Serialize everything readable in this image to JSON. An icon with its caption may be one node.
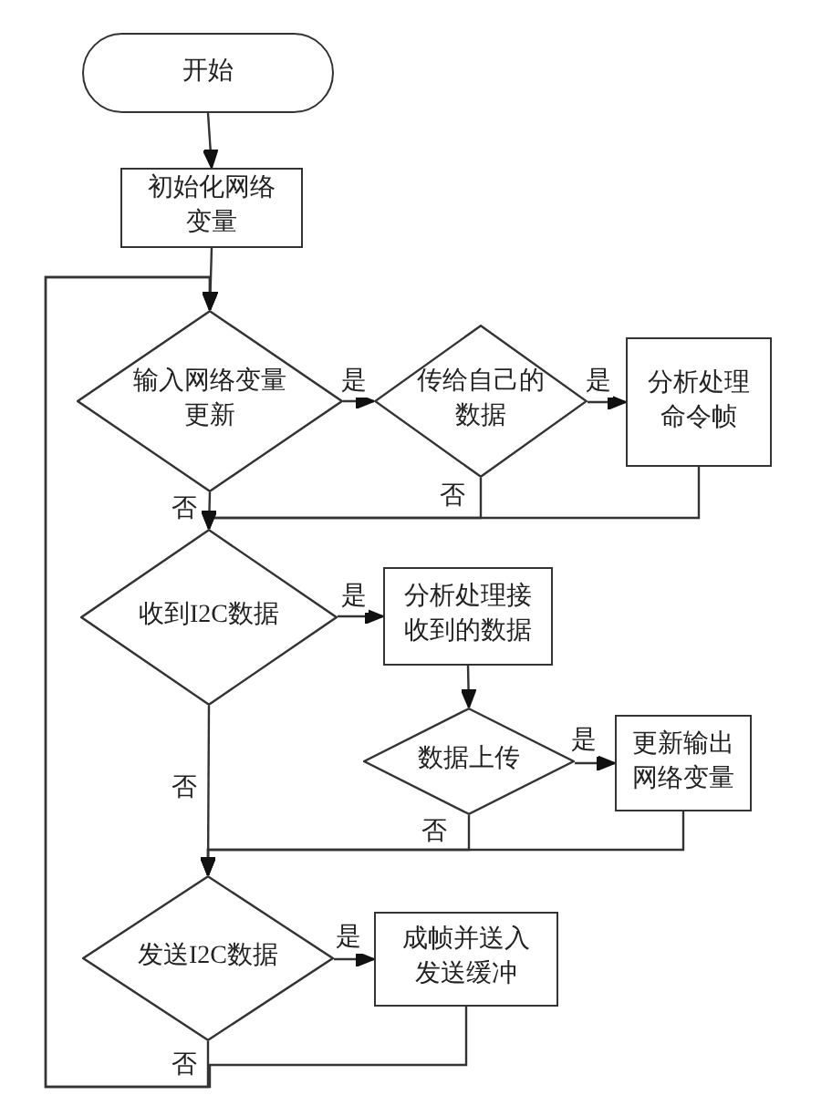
{
  "diagram": {
    "nodes": [
      {
        "text": [
          "开始"
        ]
      },
      {
        "text": [
          "初始化网络变量"
        ]
      },
      {
        "text": [
          "输入网络变量更新"
        ]
      },
      {
        "text": [
          "传给自己的数据"
        ]
      },
      {
        "text": [
          "分析处理命令帧"
        ]
      },
      {
        "text": [
          "收到I2C数据"
        ]
      },
      {
        "text": [
          "分析处理接收到的数据"
        ]
      },
      {
        "text": [
          "数据上传"
        ]
      },
      {
        "text": [
          "更新输出网络变量"
        ]
      },
      {
        "text": [
          "发送I2C数据"
        ]
      },
      {
        "text": [
          "成帧并送入发送缓冲"
        ]
      }
    ],
    "edges": [
      {
        "from": 0,
        "to": 1,
        "arrow": "to"
      },
      {
        "from": 1,
        "to": 2,
        "arrow": "to"
      },
      {
        "from": 2,
        "to": 3,
        "arrow": "to",
        "label": "是"
      },
      {
        "from": 3,
        "to": 4,
        "arrow": "to",
        "label": "是"
      },
      {
        "from": 2,
        "to": 5,
        "arrow": "to",
        "label": "否"
      },
      {
        "from": 3,
        "to": 5,
        "arrow": "to",
        "label": "否"
      },
      {
        "from": 4,
        "to": 5,
        "arrow": "to"
      },
      {
        "from": 5,
        "to": 6,
        "arrow": "to",
        "label": "是"
      },
      {
        "from": 6,
        "to": 7,
        "arrow": "to"
      },
      {
        "from": 7,
        "to": 8,
        "arrow": "to",
        "label": "是"
      },
      {
        "from": 5,
        "to": 9,
        "arrow": "to",
        "label": "否"
      },
      {
        "from": 7,
        "to": 9,
        "arrow": "to",
        "label": "否"
      },
      {
        "from": 8,
        "to": 9,
        "arrow": "to"
      },
      {
        "from": 9,
        "to": 10,
        "arrow": "to",
        "label": "是"
      },
      {
        "from": 9,
        "to": 2,
        "arrow": "to",
        "label": "否"
      },
      {
        "from": 10,
        "to": 2,
        "arrow": "to"
      }
    ]
  }
}
